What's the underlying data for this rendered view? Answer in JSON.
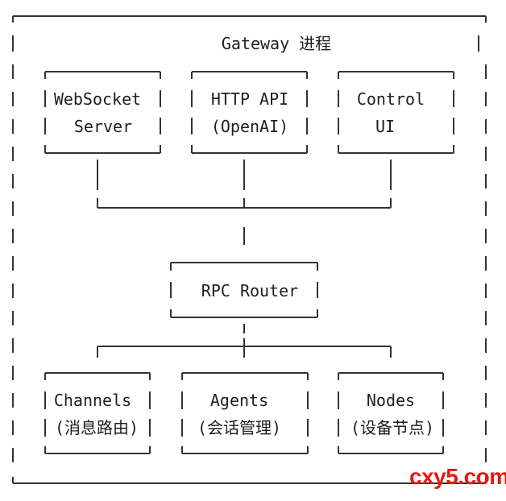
{
  "gateway": {
    "title": "Gateway 进程"
  },
  "top_components": [
    {
      "line1": "WebSocket",
      "line2": "Server"
    },
    {
      "line1": "HTTP API",
      "line2": "(OpenAI)"
    },
    {
      "line1": "Control",
      "line2": "UI"
    }
  ],
  "router": {
    "label": "RPC Router"
  },
  "bottom_components": [
    {
      "line1": "Channels",
      "line2": "(消息路由)"
    },
    {
      "line1": "Agents",
      "line2": "(会话管理)"
    },
    {
      "line1": "Nodes",
      "line2": "(设备节点)"
    }
  ],
  "watermark": "cxy5.com"
}
